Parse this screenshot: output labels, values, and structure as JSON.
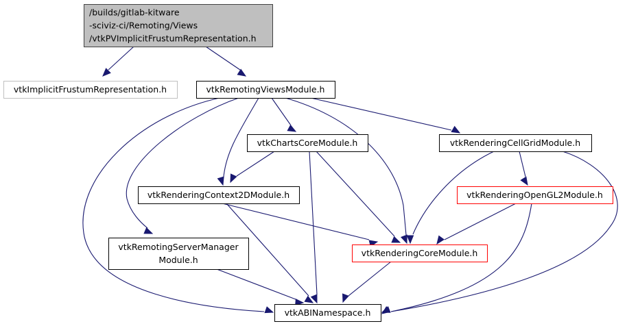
{
  "diagram": {
    "type": "include-dependency-graph",
    "colors": {
      "edge": "#191970",
      "root_fill": "#bfbfbf",
      "root_border": "#404040",
      "node_border": "#000000",
      "external_border": "#bfbfbf",
      "truncated_border": "#ff0000"
    },
    "nodes": [
      {
        "id": "root",
        "lines": [
          "/builds/gitlab-kitware",
          "-sciviz-ci/Remoting/Views",
          "/vtkPVImplicitFrustumRepresentation.h"
        ],
        "style": "root"
      },
      {
        "id": "implicit",
        "lines": [
          "vtkImplicitFrustumRepresentation.h"
        ],
        "style": "external"
      },
      {
        "id": "remviews",
        "lines": [
          "vtkRemotingViewsModule.h"
        ],
        "style": "normal"
      },
      {
        "id": "charts",
        "lines": [
          "vtkChartsCoreModule.h"
        ],
        "style": "normal"
      },
      {
        "id": "cellgrid",
        "lines": [
          "vtkRenderingCellGridModule.h"
        ],
        "style": "normal"
      },
      {
        "id": "ctx2d",
        "lines": [
          "vtkRenderingContext2DModule.h"
        ],
        "style": "normal"
      },
      {
        "id": "opengl2",
        "lines": [
          "vtkRenderingOpenGL2Module.h"
        ],
        "style": "truncated"
      },
      {
        "id": "servermgr",
        "lines": [
          "vtkRemotingServerManager",
          "Module.h"
        ],
        "style": "normal"
      },
      {
        "id": "rcore",
        "lines": [
          "vtkRenderingCoreModule.h"
        ],
        "style": "truncated"
      },
      {
        "id": "abi",
        "lines": [
          "vtkABINamespace.h"
        ],
        "style": "normal"
      }
    ],
    "edges": [
      [
        "root",
        "implicit"
      ],
      [
        "root",
        "remviews"
      ],
      [
        "remviews",
        "abi"
      ],
      [
        "remviews",
        "servermgr"
      ],
      [
        "remviews",
        "ctx2d"
      ],
      [
        "remviews",
        "charts"
      ],
      [
        "remviews",
        "rcore"
      ],
      [
        "remviews",
        "cellgrid"
      ],
      [
        "charts",
        "ctx2d"
      ],
      [
        "charts",
        "abi"
      ],
      [
        "charts",
        "rcore"
      ],
      [
        "cellgrid",
        "rcore"
      ],
      [
        "cellgrid",
        "opengl2"
      ],
      [
        "cellgrid",
        "abi"
      ],
      [
        "ctx2d",
        "rcore"
      ],
      [
        "ctx2d",
        "abi"
      ],
      [
        "opengl2",
        "rcore"
      ],
      [
        "opengl2",
        "abi"
      ],
      [
        "servermgr",
        "abi"
      ],
      [
        "rcore",
        "abi"
      ]
    ]
  }
}
